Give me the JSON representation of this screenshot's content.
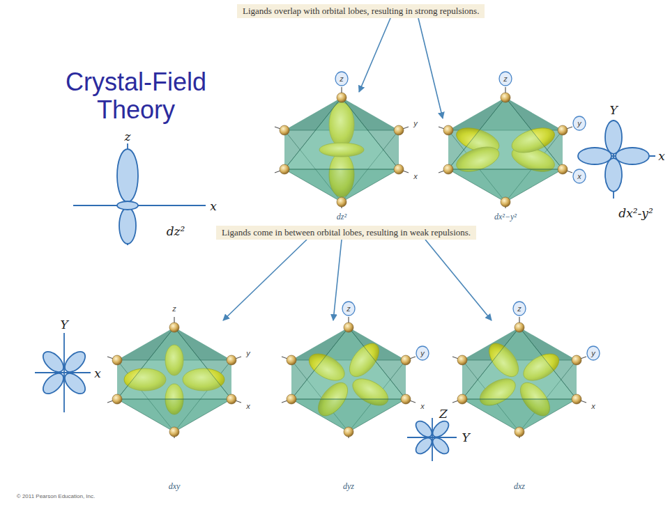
{
  "diagram": {
    "title": "Crystal-Field Theory",
    "nodes": [
      {
        "text": [
          "Ligands overlap with orbital lobes, resulting in strong repulsions."
        ]
      },
      {
        "text": [
          "dz²"
        ]
      },
      {
        "text": [
          "dx²−y²"
        ]
      },
      {
        "text": [
          "Ligands come in between orbital lobes, resulting in weak repulsions."
        ]
      },
      {
        "text": [
          "dxy"
        ]
      },
      {
        "text": [
          "dyz"
        ]
      },
      {
        "text": [
          "dxz"
        ]
      }
    ],
    "edges": [
      {
        "from": 0,
        "to": 1,
        "arrow": "to"
      },
      {
        "from": 0,
        "to": 2,
        "arrow": "to"
      },
      {
        "from": 3,
        "to": 4,
        "arrow": "to"
      },
      {
        "from": 3,
        "to": 5,
        "arrow": "to"
      },
      {
        "from": 3,
        "to": 6,
        "arrow": "to"
      }
    ],
    "labels": [
      "z",
      "y",
      "x",
      "z",
      "y",
      "x",
      "z",
      "y",
      "x",
      "z",
      "y",
      "x",
      "z",
      "y",
      "x",
      "z",
      "x",
      "dz²",
      "Y",
      "x",
      "dx²-y²",
      "Y",
      "x",
      "Z",
      "Y",
      "© 2011 Pearson Education, Inc."
    ]
  }
}
